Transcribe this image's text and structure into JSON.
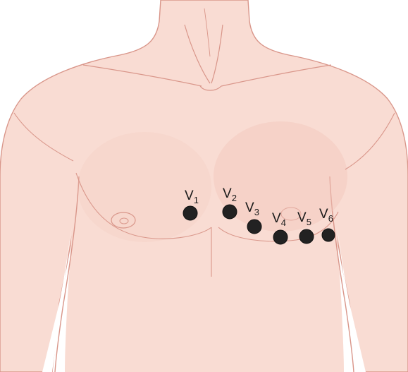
{
  "figure": {
    "skin_color": "#f9dcd3",
    "skin_shadow_color": "#f2c6ba",
    "outline_color": "#d9968a",
    "electrode_color": "#222222"
  },
  "electrodes": [
    {
      "lead": "V",
      "sub": "1"
    },
    {
      "lead": "V",
      "sub": "2"
    },
    {
      "lead": "V",
      "sub": "3"
    },
    {
      "lead": "V",
      "sub": "4"
    },
    {
      "lead": "V",
      "sub": "5"
    },
    {
      "lead": "V",
      "sub": "6"
    }
  ]
}
